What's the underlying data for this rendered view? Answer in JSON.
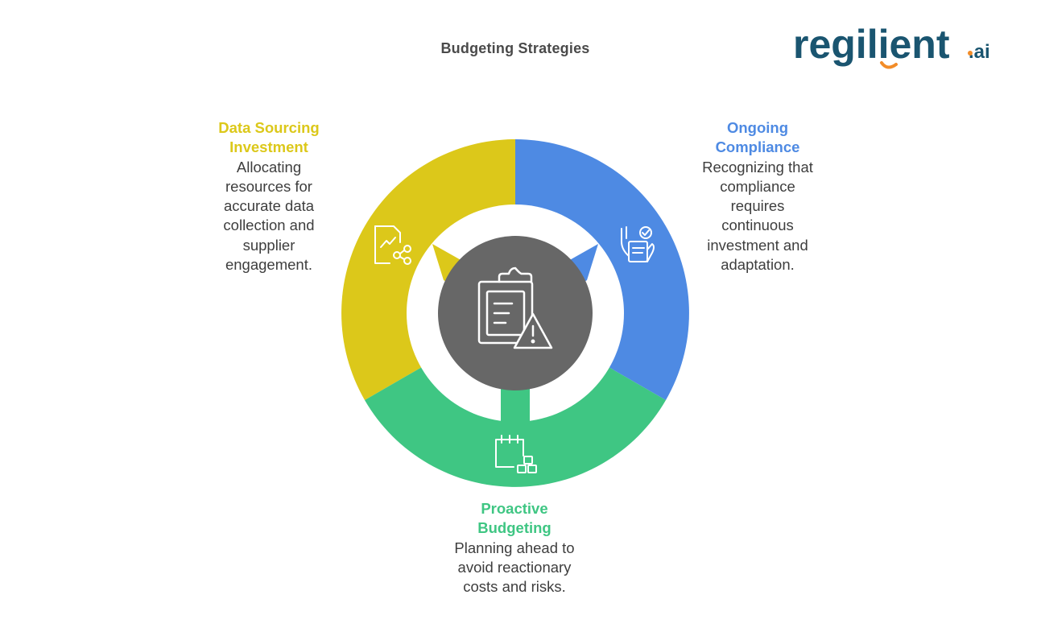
{
  "title": "Budgeting Strategies",
  "logo": {
    "text_main": "regilient",
    "text_suffix": ".ai",
    "main_color": "#1a5570",
    "accent_color": "#f28c28"
  },
  "colors": {
    "yellow": "#dcc81a",
    "blue": "#4e8ae3",
    "green": "#3fc683",
    "center": "#676767",
    "icon_stroke": "#ffffff"
  },
  "center": {
    "icon": "clipboard-warning-icon"
  },
  "segments": [
    {
      "key": "data-sourcing",
      "heading_line1": "Data Sourcing",
      "heading_line2": "Investment",
      "description_lines": [
        "Allocating",
        "resources for",
        "accurate data",
        "collection and",
        "supplier",
        "engagement."
      ],
      "icon": "document-chart-share-icon"
    },
    {
      "key": "ongoing-compliance",
      "heading_line1": "Ongoing",
      "heading_line2": "Compliance",
      "description_lines": [
        "Recognizing that",
        "compliance",
        "requires",
        "continuous",
        "investment and",
        "adaptation."
      ],
      "icon": "checklist-hand-icon"
    },
    {
      "key": "proactive-budgeting",
      "heading_line1": "Proactive",
      "heading_line2": "Budgeting",
      "description_lines": [
        "Planning ahead to",
        "avoid reactionary",
        "costs and risks."
      ],
      "icon": "calendar-blocks-icon"
    }
  ]
}
